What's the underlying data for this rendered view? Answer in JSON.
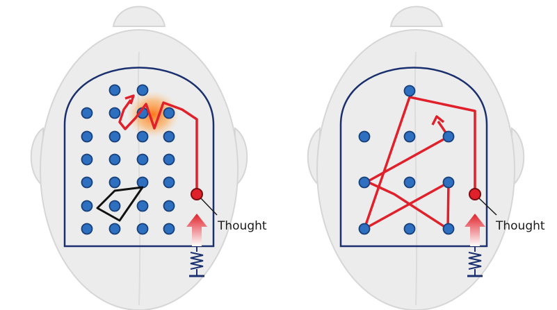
{
  "panels": [
    {
      "id": "left",
      "thought_label": "Thought"
    },
    {
      "id": "right",
      "thought_label": "Thought"
    }
  ],
  "colors": {
    "pin": "#2f6fbf",
    "pin_stroke": "#173f7a",
    "path": "#e0202a",
    "board_outline": "#1a2f6e",
    "glow": "#ff8a00",
    "head_fill": "#ececec",
    "head_stroke": "#d4d4d4"
  }
}
